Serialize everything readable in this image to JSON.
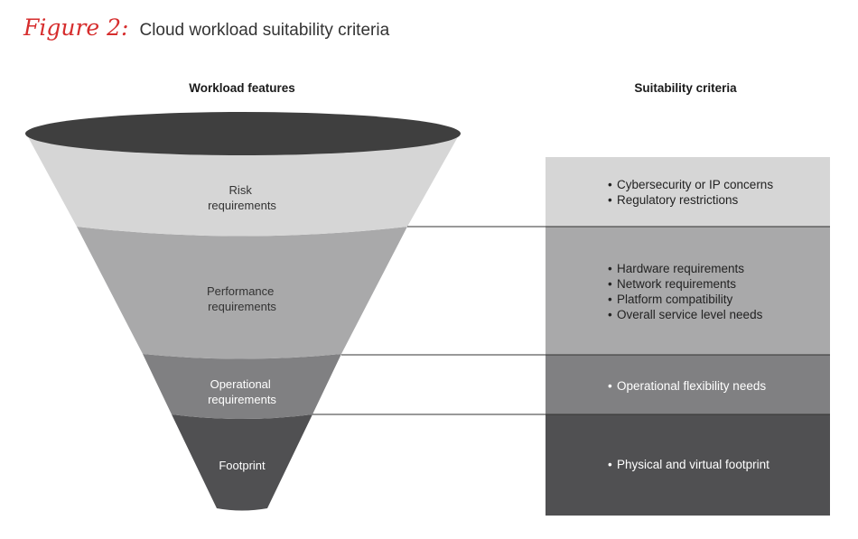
{
  "figure": {
    "label": "Figure 2:",
    "caption": "Cloud workload suitability criteria"
  },
  "columns": {
    "left_header": "Workload features",
    "right_header": "Suitability criteria"
  },
  "colors": {
    "label_red": "#d62d2d",
    "funnel_top": "#3f3f3f",
    "band_risk": "#d6d6d6",
    "band_performance": "#a9a9aa",
    "band_operational": "#808082",
    "band_footprint": "#505052"
  },
  "levels": [
    {
      "name": "risk",
      "feature_lines": [
        "Risk",
        "requirements"
      ],
      "criteria": [
        "Cybersecurity or IP concerns",
        "Regulatory restrictions"
      ]
    },
    {
      "name": "performance",
      "feature_lines": [
        "Performance",
        "requirements"
      ],
      "criteria": [
        "Hardware requirements",
        "Network requirements",
        "Platform compatibility",
        "Overall service level needs"
      ]
    },
    {
      "name": "operational",
      "feature_lines": [
        "Operational",
        "requirements"
      ],
      "criteria": [
        "Operational flexibility needs"
      ]
    },
    {
      "name": "footprint",
      "feature_lines": [
        "Footprint"
      ],
      "criteria": [
        "Physical and virtual footprint"
      ]
    }
  ]
}
